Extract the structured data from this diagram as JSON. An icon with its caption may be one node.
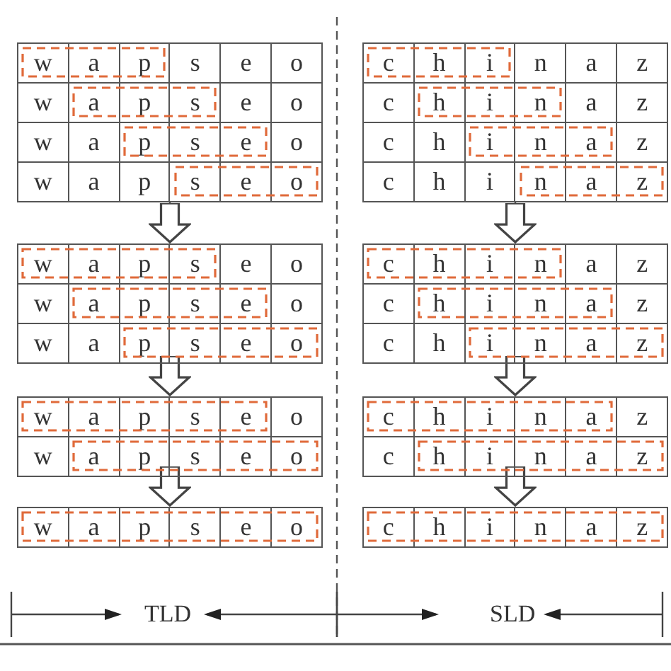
{
  "diagram": {
    "nodes": [
      {
        "text": [
          "w",
          "a",
          "p",
          "s",
          "e",
          "o",
          "w",
          "a",
          "p",
          "s",
          "e",
          "o",
          "w",
          "a",
          "p",
          "s",
          "e",
          "o",
          "w",
          "a",
          "p",
          "s",
          "e",
          "o"
        ]
      },
      {
        "text": [
          "w",
          "a",
          "p",
          "s",
          "e",
          "o",
          "w",
          "a",
          "p",
          "s",
          "e",
          "o",
          "w",
          "a",
          "p",
          "s",
          "e",
          "o"
        ]
      },
      {
        "text": [
          "w",
          "a",
          "p",
          "s",
          "e",
          "o",
          "w",
          "a",
          "p",
          "s",
          "e",
          "o"
        ]
      },
      {
        "text": [
          "w",
          "a",
          "p",
          "s",
          "e",
          "o"
        ]
      },
      {
        "text": [
          "c",
          "h",
          "i",
          "n",
          "a",
          "z",
          "c",
          "h",
          "i",
          "n",
          "a",
          "z",
          "c",
          "h",
          "i",
          "n",
          "a",
          "z",
          "c",
          "h",
          "i",
          "n",
          "a",
          "z"
        ]
      },
      {
        "text": [
          "c",
          "h",
          "i",
          "n",
          "a",
          "z",
          "c",
          "h",
          "i",
          "n",
          "a",
          "z",
          "c",
          "h",
          "i",
          "n",
          "a",
          "z"
        ]
      },
      {
        "text": [
          "c",
          "h",
          "i",
          "n",
          "a",
          "z",
          "c",
          "h",
          "i",
          "n",
          "a",
          "z"
        ]
      },
      {
        "text": [
          "c",
          "h",
          "i",
          "n",
          "a",
          "z"
        ]
      }
    ],
    "edges": [
      {
        "from": 0,
        "to": 1,
        "arrow": "to"
      },
      {
        "from": 1,
        "to": 2,
        "arrow": "to"
      },
      {
        "from": 2,
        "to": 3,
        "arrow": "to"
      },
      {
        "from": 4,
        "to": 5,
        "arrow": "to"
      },
      {
        "from": 5,
        "to": 6,
        "arrow": "to"
      },
      {
        "from": 6,
        "to": 7,
        "arrow": "to"
      }
    ],
    "labels": [
      "TLD",
      "SLD"
    ]
  }
}
